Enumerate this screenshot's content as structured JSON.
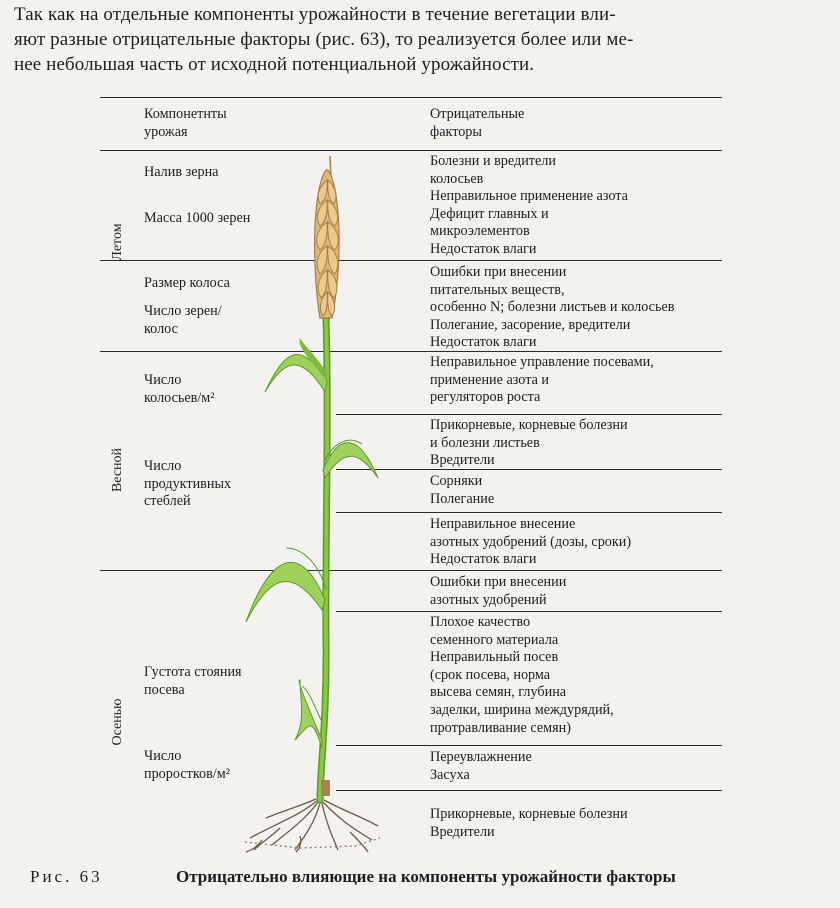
{
  "intro_lines": [
    "Так как на отдельные компоненты урожайности в течение вегетации вли-",
    "яют разные отрицательные факторы (рис. 63), то реализуется более или ме-",
    "нее небольшая часть от исходной потенциальной урожайности."
  ],
  "table": {
    "header_components": [
      "Компонетнты",
      "урожая"
    ],
    "header_factors": [
      "Отрицательные",
      "факторы"
    ],
    "seasons": {
      "summer": "Летом",
      "spring": "Весной",
      "autumn": "Осенью"
    },
    "components": [
      [
        "Налив зерна"
      ],
      [
        "Масса 1000 зерен"
      ],
      [
        "Размер колоса"
      ],
      [
        "Число зерен/",
        "колос"
      ],
      [
        "Число",
        "колосьев/м²"
      ],
      [
        "Число",
        "продуктивных",
        "стеблей"
      ],
      [
        "Густота стояния",
        "посева"
      ],
      [
        "Число",
        "проростков/м²"
      ]
    ],
    "factor_groups": [
      [
        "Болезни и вредители",
        "колосьев",
        "Неправильное применение азота",
        "Дефицит главных и",
        "микроэлементов",
        "Недостаток влаги"
      ],
      [
        "Ошибки при внесении",
        "питательных веществ,",
        "особенно N; болезни листьев и колосьев",
        "Полегание, засорение, вредители",
        "Недостаток влаги"
      ],
      [
        "Неправильное управление посевами,",
        "применение азота и",
        "регуляторов роста"
      ],
      [
        "Прикорневые, корневые болезни",
        "и болезни листьев",
        "Вредители"
      ],
      [
        "Сорняки",
        "Полегание"
      ],
      [
        "Неправильное внесение",
        "азотных удобрений (дозы, сроки)",
        "Недостаток влаги"
      ],
      [
        "Ошибки при внесении",
        "азотных удобрений"
      ],
      [
        "Плохое качество",
        "семенного материала",
        "Неправильный посев",
        "(срок посева, норма",
        "высева семян, глубина",
        "заделки, ширина междурядий,",
        "протравливание семян)"
      ],
      [
        "Переувлажнение",
        "Засуха"
      ],
      [
        "Прикорневые, корневые болезни",
        "Вредители"
      ]
    ]
  },
  "caption": {
    "label": "Рис. 63",
    "text": "Отрицательно влияющие на компоненты урожайности факторы"
  },
  "colors": {
    "stem": "#8cc63f",
    "stem_dark": "#5c9a2a",
    "ear": "#e0b878",
    "ear_dark": "#a37f4a",
    "roots": "#6e5a48"
  }
}
